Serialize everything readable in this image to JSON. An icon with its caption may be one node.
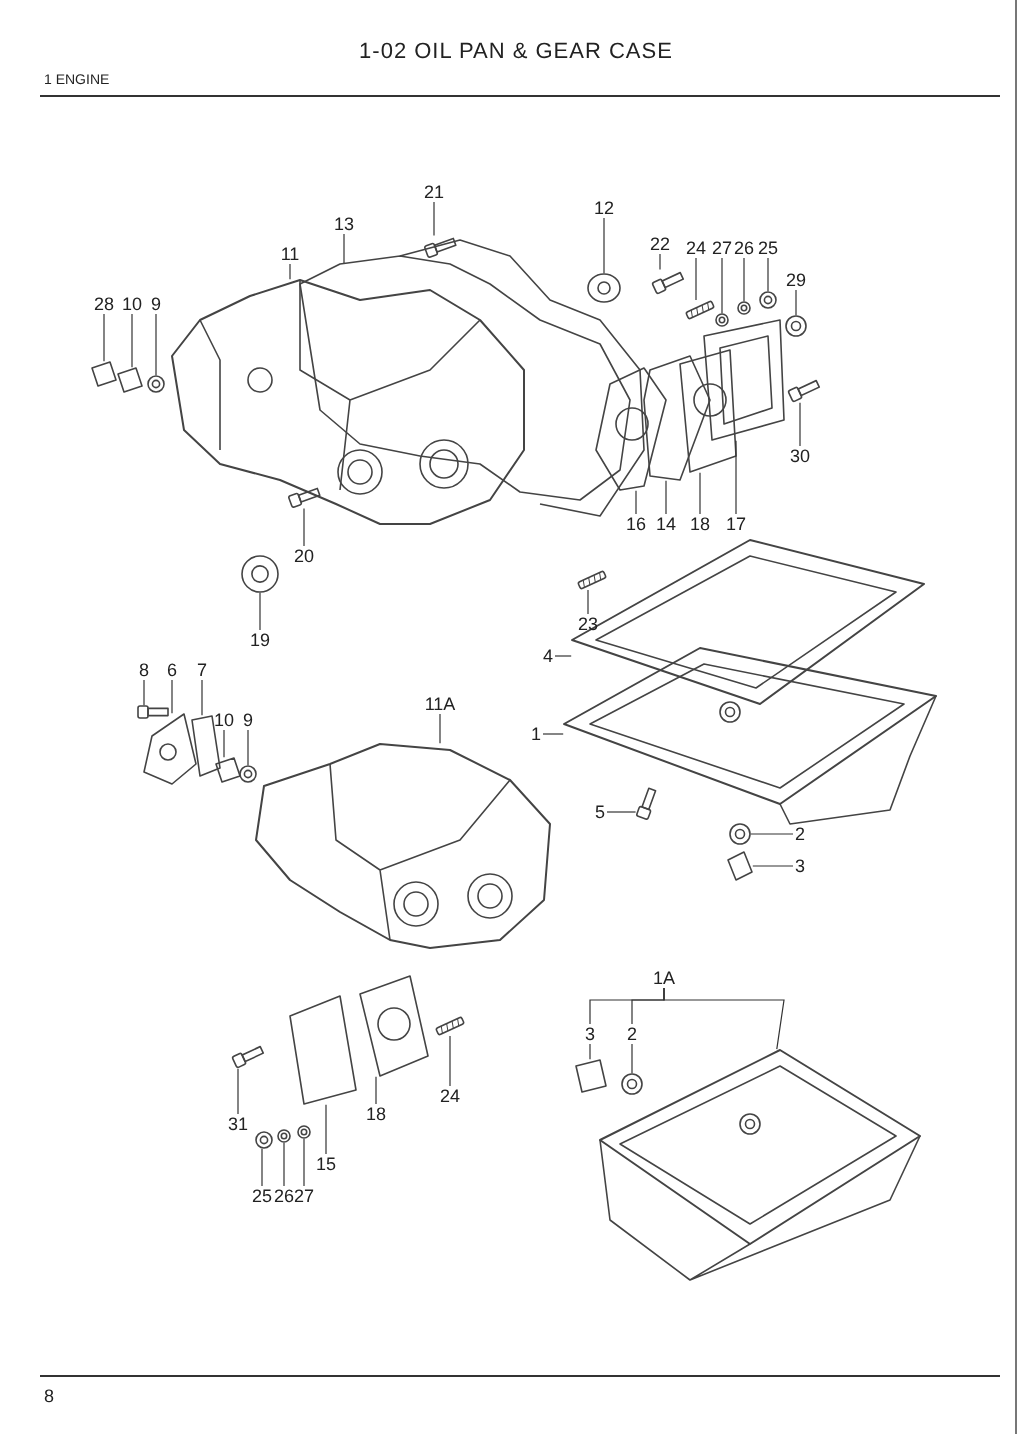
{
  "diagram": {
    "title": "1-02 OIL PAN & GEAR CASE",
    "nodes": [
      {
        "text": [
          "21"
        ]
      },
      {
        "text": [
          "13"
        ]
      },
      {
        "text": [
          "11"
        ]
      },
      {
        "text": [
          "28"
        ]
      },
      {
        "text": [
          "10"
        ]
      },
      {
        "text": [
          "9"
        ]
      },
      {
        "text": [
          "20"
        ]
      },
      {
        "text": [
          "19"
        ]
      },
      {
        "text": [
          "12"
        ]
      },
      {
        "text": [
          "22"
        ]
      },
      {
        "text": [
          "24"
        ]
      },
      {
        "text": [
          "27"
        ]
      },
      {
        "text": [
          "26"
        ]
      },
      {
        "text": [
          "25"
        ]
      },
      {
        "text": [
          "29"
        ]
      },
      {
        "text": [
          "30"
        ]
      },
      {
        "text": [
          "17"
        ]
      },
      {
        "text": [
          "18"
        ]
      },
      {
        "text": [
          "14"
        ]
      },
      {
        "text": [
          "16"
        ]
      },
      {
        "text": [
          "23"
        ]
      },
      {
        "text": [
          "4"
        ]
      },
      {
        "text": [
          "1"
        ]
      },
      {
        "text": [
          "5"
        ]
      },
      {
        "text": [
          "2"
        ]
      },
      {
        "text": [
          "3"
        ]
      },
      {
        "text": [
          "8"
        ]
      },
      {
        "text": [
          "6"
        ]
      },
      {
        "text": [
          "7"
        ]
      },
      {
        "text": [
          "10"
        ]
      },
      {
        "text": [
          "9"
        ]
      },
      {
        "text": [
          "11A"
        ]
      },
      {
        "text": [
          "1A"
        ]
      },
      {
        "text": [
          "3"
        ]
      },
      {
        "text": [
          "2"
        ]
      },
      {
        "text": [
          "18"
        ]
      },
      {
        "text": [
          "24"
        ]
      },
      {
        "text": [
          "31"
        ]
      },
      {
        "text": [
          "15"
        ]
      },
      {
        "text": [
          "25"
        ]
      },
      {
        "text": [
          "26"
        ]
      },
      {
        "text": [
          "27"
        ]
      },
      {
        "text": [],
        "shape": "picture"
      },
      {
        "text": [],
        "shape": "picture"
      },
      {
        "text": [],
        "shape": "picture"
      },
      {
        "text": [],
        "shape": "picture"
      },
      {
        "text": [],
        "shape": "picture"
      },
      {
        "text": [],
        "shape": "picture"
      },
      {
        "text": [],
        "shape": "picture"
      },
      {
        "text": [],
        "shape": "picture"
      },
      {
        "text": [],
        "shape": "picture"
      },
      {
        "text": [],
        "shape": "picture"
      },
      {
        "text": [],
        "shape": "picture"
      },
      {
        "text": [],
        "shape": "picture"
      },
      {
        "text": [],
        "shape": "picture"
      },
      {
        "text": [],
        "shape": "picture"
      },
      {
        "text": [],
        "shape": "picture"
      },
      {
        "text": [],
        "shape": "picture"
      },
      {
        "text": [],
        "shape": "picture"
      },
      {
        "text": [],
        "shape": "picture"
      },
      {
        "text": [],
        "shape": "picture"
      },
      {
        "text": [],
        "shape": "picture"
      },
      {
        "text": [],
        "shape": "picture"
      },
      {
        "text": [],
        "shape": "picture"
      },
      {
        "text": [],
        "shape": "picture"
      },
      {
        "text": [],
        "shape": "picture"
      },
      {
        "text": [],
        "shape": "picture"
      },
      {
        "text": [],
        "shape": "picture"
      },
      {
        "text": [],
        "shape": "picture"
      },
      {
        "text": [],
        "shape": "picture"
      },
      {
        "text": [],
        "shape": "picture"
      },
      {
        "text": [],
        "shape": "picture"
      },
      {
        "text": [],
        "shape": "picture"
      },
      {
        "text": [],
        "shape": "picture"
      },
      {
        "text": [],
        "shape": "picture"
      },
      {
        "text": [],
        "shape": "picture"
      },
      {
        "text": [],
        "shape": "picture"
      },
      {
        "text": [],
        "shape": "picture"
      },
      {
        "text": [],
        "shape": "picture"
      },
      {
        "text": [],
        "shape": "picture"
      },
      {
        "text": [],
        "shape": "picture"
      },
      {
        "text": [],
        "shape": "picture"
      },
      {
        "text": [],
        "shape": "picture"
      },
      {
        "text": [],
        "shape": "picture"
      }
    ],
    "edges": [
      {
        "from": 0,
        "to": 42,
        "arrow": "none"
      },
      {
        "from": 1,
        "to": 43,
        "arrow": "none"
      },
      {
        "from": 2,
        "to": 44,
        "arrow": "none"
      },
      {
        "from": 3,
        "to": 45,
        "arrow": "none"
      },
      {
        "from": 4,
        "to": 46,
        "arrow": "none"
      },
      {
        "from": 5,
        "to": 47,
        "arrow": "none"
      },
      {
        "from": 6,
        "to": 48,
        "arrow": "none"
      },
      {
        "from": 7,
        "to": 49,
        "arrow": "none"
      },
      {
        "from": 8,
        "to": 50,
        "arrow": "none"
      },
      {
        "from": 9,
        "to": 51,
        "arrow": "none"
      },
      {
        "from": 10,
        "to": 52,
        "arrow": "none"
      },
      {
        "from": 11,
        "to": 53,
        "arrow": "none"
      },
      {
        "from": 12,
        "to": 54,
        "arrow": "none"
      },
      {
        "from": 13,
        "to": 55,
        "arrow": "none"
      },
      {
        "from": 14,
        "to": 56,
        "arrow": "none"
      },
      {
        "from": 15,
        "to": 57,
        "arrow": "none"
      },
      {
        "from": 16,
        "to": 58,
        "arrow": "none"
      },
      {
        "from": 17,
        "to": 59,
        "arrow": "none"
      },
      {
        "from": 18,
        "to": 60,
        "arrow": "none"
      },
      {
        "from": 19,
        "to": 61,
        "arrow": "none"
      },
      {
        "from": 20,
        "to": 62,
        "arrow": "none"
      },
      {
        "from": 21,
        "to": 63,
        "arrow": "none"
      },
      {
        "from": 22,
        "to": 64,
        "arrow": "none"
      },
      {
        "from": 23,
        "to": 65,
        "arrow": "none"
      },
      {
        "from": 24,
        "to": 66,
        "arrow": "none"
      },
      {
        "from": 25,
        "to": 67,
        "arrow": "none"
      },
      {
        "from": 26,
        "to": 68,
        "arrow": "none"
      },
      {
        "from": 27,
        "to": 69,
        "arrow": "none"
      },
      {
        "from": 28,
        "to": 70,
        "arrow": "none"
      },
      {
        "from": 29,
        "to": 71,
        "arrow": "none"
      },
      {
        "from": 30,
        "to": 72,
        "arrow": "none"
      },
      {
        "from": 31,
        "to": 73,
        "arrow": "none"
      },
      {
        "from": 32,
        "to": 33,
        "arrow": "none"
      },
      {
        "from": 32,
        "to": 34,
        "arrow": "none"
      },
      {
        "from": 32,
        "to": 74,
        "arrow": "none"
      },
      {
        "from": 33,
        "to": 75,
        "arrow": "none"
      },
      {
        "from": 34,
        "to": 76,
        "arrow": "none"
      },
      {
        "from": 35,
        "to": 77,
        "arrow": "none"
      },
      {
        "from": 36,
        "to": 78,
        "arrow": "none"
      },
      {
        "from": 37,
        "to": 79,
        "arrow": "none"
      },
      {
        "from": 38,
        "to": 80,
        "arrow": "none"
      },
      {
        "from": 39,
        "to": 81,
        "arrow": "none"
      },
      {
        "from": 40,
        "to": 82,
        "arrow": "none"
      },
      {
        "from": 41,
        "to": 83,
        "arrow": "none"
      }
    ],
    "labels": [
      "1 ENGINE",
      "8"
    ]
  }
}
